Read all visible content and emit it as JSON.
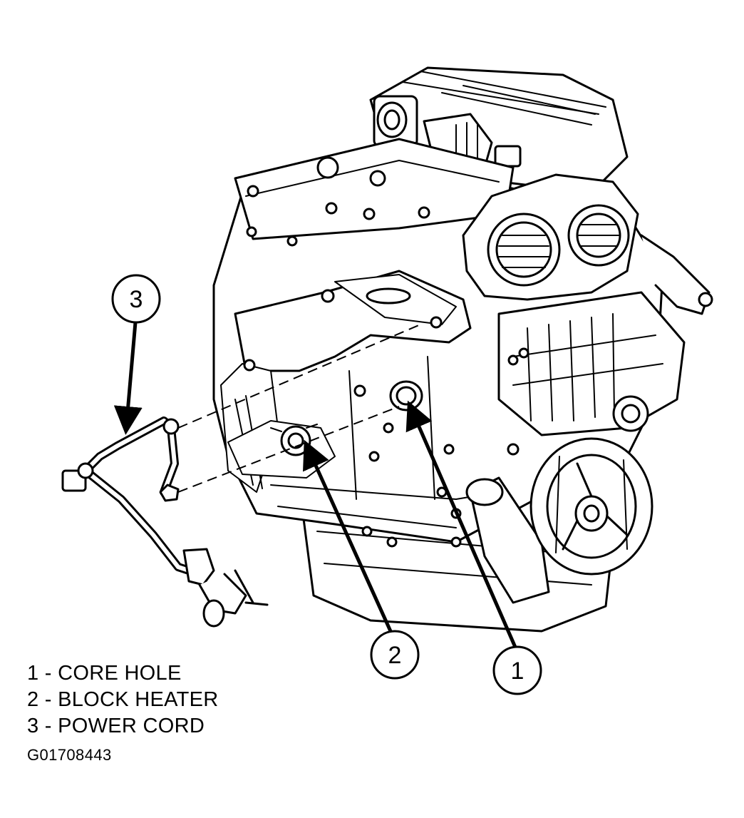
{
  "callouts": [
    {
      "number": "1"
    },
    {
      "number": "2"
    },
    {
      "number": "3"
    }
  ],
  "legend": [
    {
      "text": "1 - CORE HOLE"
    },
    {
      "text": "2 - BLOCK HEATER"
    },
    {
      "text": "3 - POWER CORD"
    }
  ],
  "figure_id": "G01708443",
  "colors": {
    "line": "#000000",
    "background": "#ffffff"
  }
}
